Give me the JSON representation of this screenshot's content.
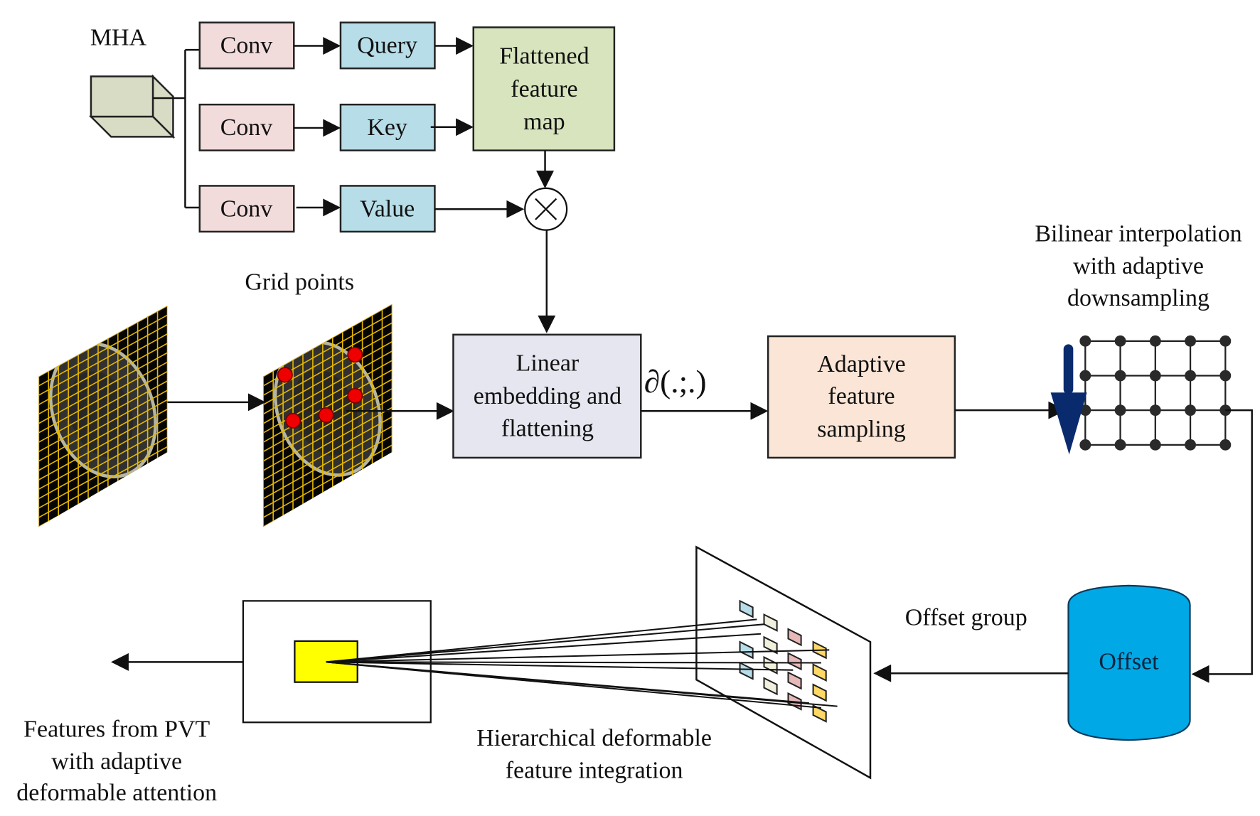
{
  "diagram": {
    "mha": {
      "label": "MHA",
      "branches": [
        {
          "conv": "Conv",
          "output": "Query"
        },
        {
          "conv": "Conv",
          "output": "Key"
        },
        {
          "conv": "Conv",
          "output": "Value"
        }
      ],
      "flattened": [
        "Flattened",
        "feature",
        "map"
      ],
      "multiply_symbol": "×"
    },
    "grid_points_label": "Grid points",
    "linear_block": [
      "Linear",
      "embedding and",
      "flattening"
    ],
    "operator_label": "∂(.;.)",
    "adaptive_block": [
      "Adaptive",
      "feature",
      "sampling"
    ],
    "bilinear_label": [
      "Bilinear interpolation",
      "with adaptive",
      "downsampling"
    ],
    "offset_label": "Offset",
    "offset_group_label": "Offset group",
    "hierarchical_label": [
      "Hierarchical deformable",
      "feature integration"
    ],
    "features_label": [
      "Features from PVT",
      "with adaptive",
      "deformable attention"
    ],
    "red_points_count": 5,
    "sampling_grid": {
      "rows": 4,
      "cols": 5
    }
  },
  "colors": {
    "conv": "#f2dcdb",
    "qkv": "#b7dde8",
    "flattened": "#d7e4bd",
    "cube": "#d8dcc4",
    "linear": "#e6e6f0",
    "adaptive": "#fbe5d6",
    "offset": "#00a8e6",
    "arrow_blue": "#0a2a6e",
    "yellow": "#ffff00",
    "red_point": "#ee0000",
    "grid_line": "#e6b800",
    "patch_blue": "#b7dde8",
    "patch_cream": "#f0f0dc",
    "patch_pink": "#e6b9b8",
    "patch_yellow": "#ffd966"
  }
}
